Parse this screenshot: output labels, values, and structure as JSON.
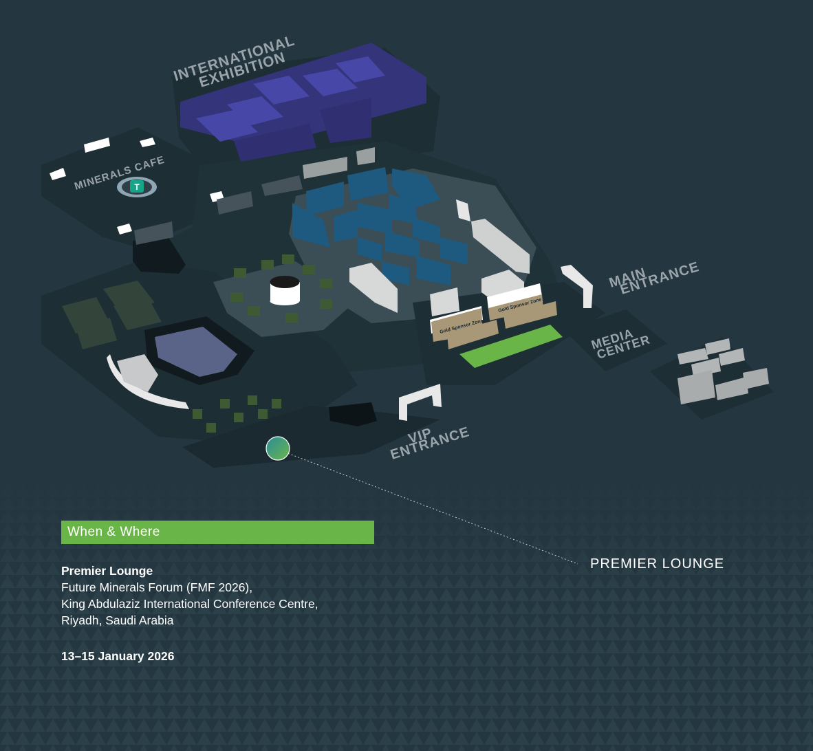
{
  "map": {
    "labels": {
      "international_exhibition_1": "INTERNATIONAL",
      "international_exhibition_2": "EXHIBITION",
      "minerals_cafe": "MINERALS CAFE",
      "cafe_marker": "T",
      "main_entrance_1": "MAIN",
      "main_entrance_2": "ENTRANCE",
      "media_center_1": "MEDIA",
      "media_center_2": "CENTER",
      "vip_entrance_1": "VIP",
      "vip_entrance_2": "ENTRANCE",
      "gold_sponsor_zone_1": "Gold Sponsor Zone",
      "gold_sponsor_zone_2": "Gold Sponsor Zone"
    },
    "callout": "PREMIER LOUNGE"
  },
  "info": {
    "banner": "When & Where",
    "venue_title": "Premier Lounge",
    "line1": "Future Minerals Forum (FMF 2026),",
    "line2": "King Abdulaziz International Conference Centre,",
    "line3": "Riyadh, Saudi Arabia",
    "dates": "13–15 January 2026"
  },
  "colors": {
    "background": "#24363f",
    "accent_green": "#6ab548",
    "exhibition_blue": "#3a3a8c",
    "booth_blue": "#1e5a80"
  }
}
